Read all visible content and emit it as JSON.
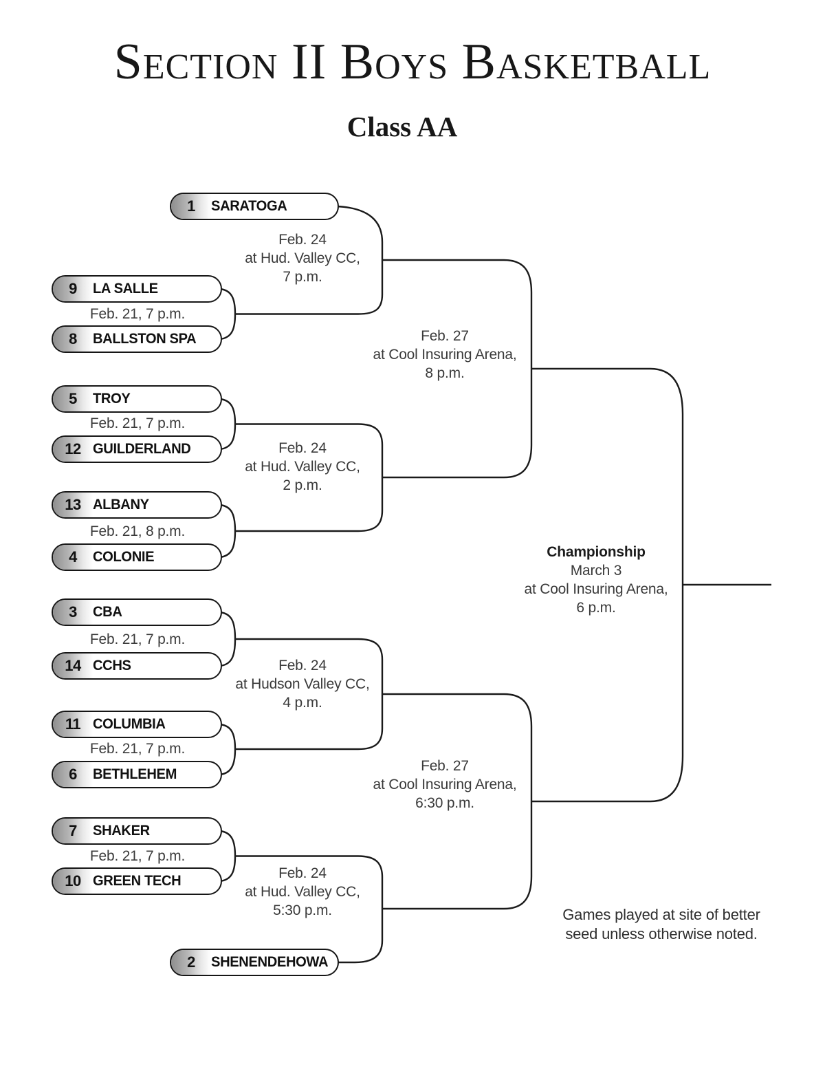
{
  "header": {
    "title": "Section II Boys Basketball",
    "subtitle": "Class AA"
  },
  "bracket": {
    "teams": [
      {
        "seed": "1",
        "name": "SARATOGA"
      },
      {
        "seed": "9",
        "name": "LA SALLE"
      },
      {
        "seed": "8",
        "name": "BALLSTON SPA"
      },
      {
        "seed": "5",
        "name": "TROY"
      },
      {
        "seed": "12",
        "name": "GUILDERLAND"
      },
      {
        "seed": "13",
        "name": "ALBANY"
      },
      {
        "seed": "4",
        "name": "COLONIE"
      },
      {
        "seed": "3",
        "name": "CBA"
      },
      {
        "seed": "14",
        "name": "CCHS"
      },
      {
        "seed": "11",
        "name": "COLUMBIA"
      },
      {
        "seed": "6",
        "name": "BETHLEHEM"
      },
      {
        "seed": "7",
        "name": "SHAKER"
      },
      {
        "seed": "10",
        "name": "GREEN TECH"
      },
      {
        "seed": "2",
        "name": "SHENENDEHOWA"
      }
    ],
    "round1": [
      {
        "info": "Feb. 21, 7 p.m."
      },
      {
        "info": "Feb. 21, 7 p.m."
      },
      {
        "info": "Feb. 21, 8 p.m."
      },
      {
        "info": "Feb. 21, 7 p.m."
      },
      {
        "info": "Feb. 21, 7 p.m."
      },
      {
        "info": "Feb. 21, 7 p.m."
      }
    ],
    "quarterfinals": [
      {
        "date": "Feb. 24",
        "venue": "at Hud. Valley CC,",
        "time": "7 p.m."
      },
      {
        "date": "Feb. 24",
        "venue": "at Hud. Valley CC,",
        "time": "2 p.m."
      },
      {
        "date": "Feb. 24",
        "venue": "at Hudson Valley CC,",
        "time": "4 p.m."
      },
      {
        "date": "Feb. 24",
        "venue": "at Hud. Valley CC,",
        "time": "5:30 p.m."
      }
    ],
    "semifinals": [
      {
        "date": "Feb. 27",
        "venue": "at Cool Insuring Arena,",
        "time": "8 p.m."
      },
      {
        "date": "Feb. 27",
        "venue": "at Cool Insuring Arena,",
        "time": "6:30 p.m."
      }
    ],
    "championship": {
      "label": "Championship",
      "date": "March 3",
      "venue": "at Cool Insuring Arena,",
      "time": "6 p.m."
    }
  },
  "note": {
    "line1": "Games played at site of better",
    "line2": "seed unless otherwise noted."
  },
  "colors": {
    "ink": "#161616",
    "annotation_text": "#3a3a3a",
    "seed_gradient_start": "#8e8e8e",
    "seed_gradient_end": "#ffffff"
  }
}
